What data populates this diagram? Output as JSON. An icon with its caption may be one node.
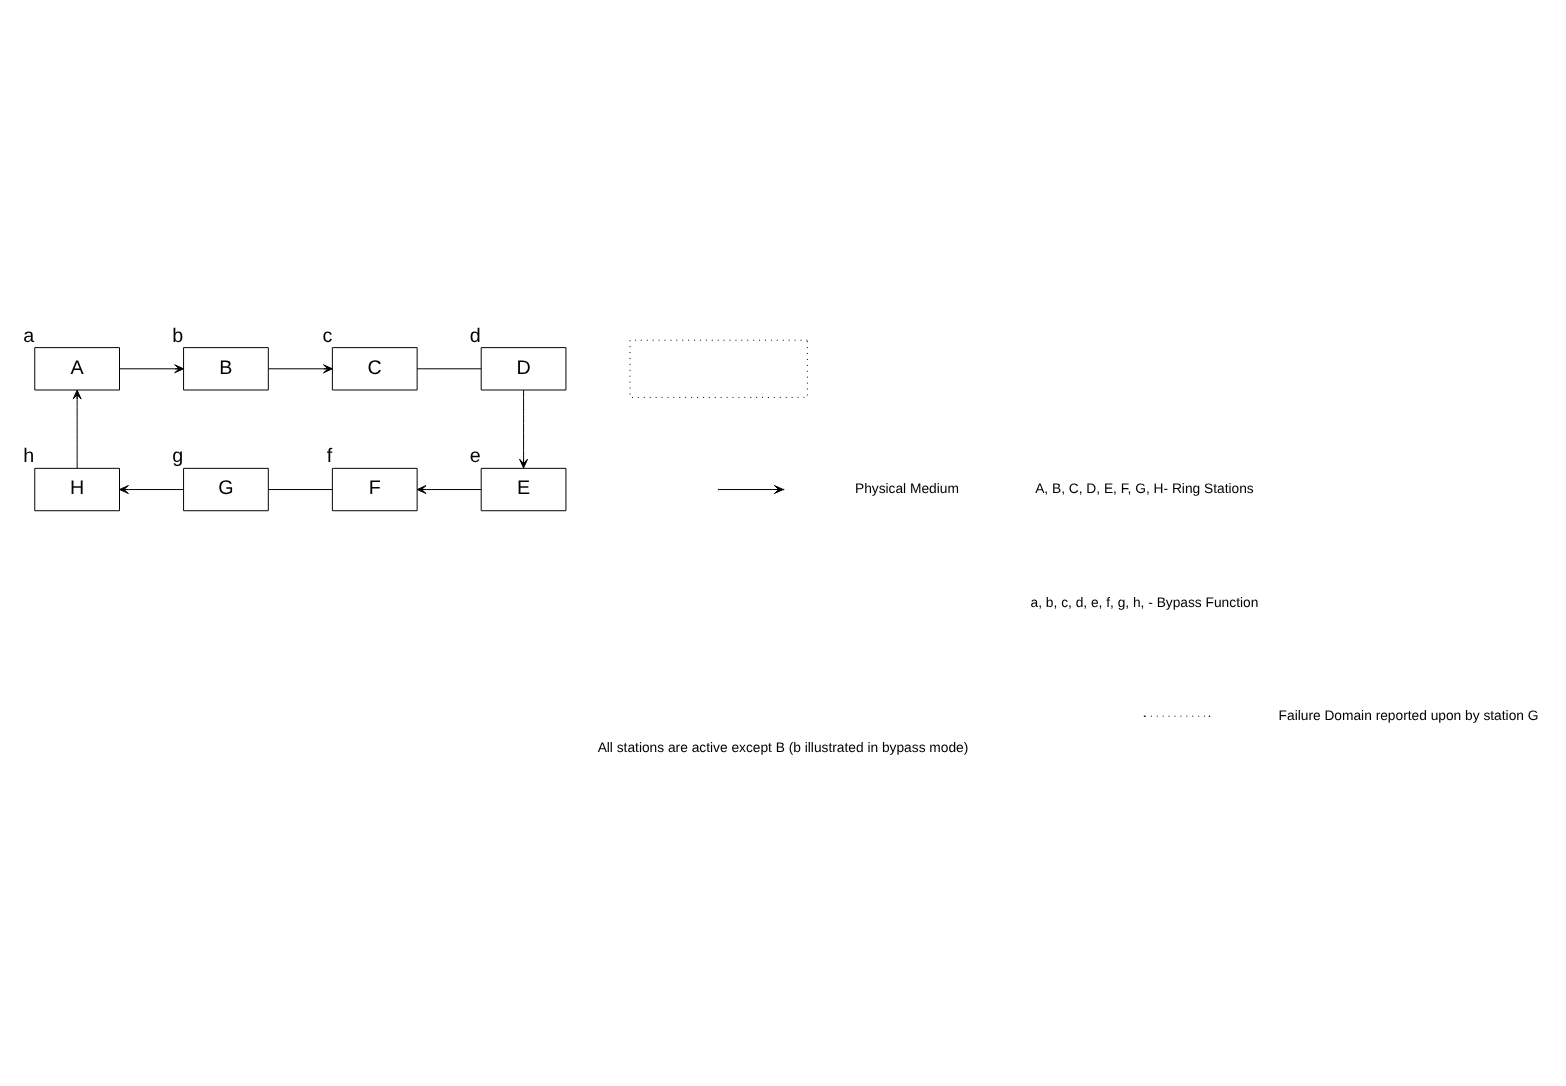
{
  "diagram": {
    "caption": "All stations are active except B (b illustrated in bypass mode)",
    "nodes": [
      {
        "text": [
          "A"
        ],
        "beside": [
          "a"
        ]
      },
      {
        "text": [
          "B"
        ],
        "beside": [
          "b"
        ]
      },
      {
        "text": [
          "C"
        ],
        "beside": [
          "c"
        ]
      },
      {
        "text": [
          "D"
        ],
        "beside": [
          "d"
        ]
      },
      {
        "text": [
          "H"
        ],
        "beside": [
          "h"
        ]
      },
      {
        "text": [
          "G"
        ],
        "beside": [
          "g"
        ]
      },
      {
        "text": [
          "F"
        ],
        "beside": [
          "f"
        ]
      },
      {
        "text": [
          "E"
        ],
        "beside": [
          "e"
        ]
      },
      {
        "text": [],
        "shape": "box"
      }
    ],
    "edges": [
      {
        "from": 0,
        "to": 1,
        "arrow": "to"
      },
      {
        "from": 1,
        "to": 2,
        "arrow": "to"
      },
      {
        "from": 2,
        "to": 3,
        "arrow": "none"
      },
      {
        "from": 3,
        "to": 7,
        "arrow": "to"
      },
      {
        "from": 7,
        "to": 6,
        "arrow": "to"
      },
      {
        "from": 6,
        "to": 5,
        "arrow": "none"
      },
      {
        "from": 5,
        "to": 4,
        "arrow": "to"
      },
      {
        "from": 4,
        "to": 0,
        "arrow": "to"
      }
    ],
    "labels": [
      "A, B, C, D, E, F, G, H- Ring Stations",
      "a, b, c, d, e, f, g, h, - Bypass Function"
    ],
    "legend": [
      {
        "text": "Physical Medium"
      },
      {
        "text": "Failure Domain reported upon by station G"
      }
    ]
  }
}
